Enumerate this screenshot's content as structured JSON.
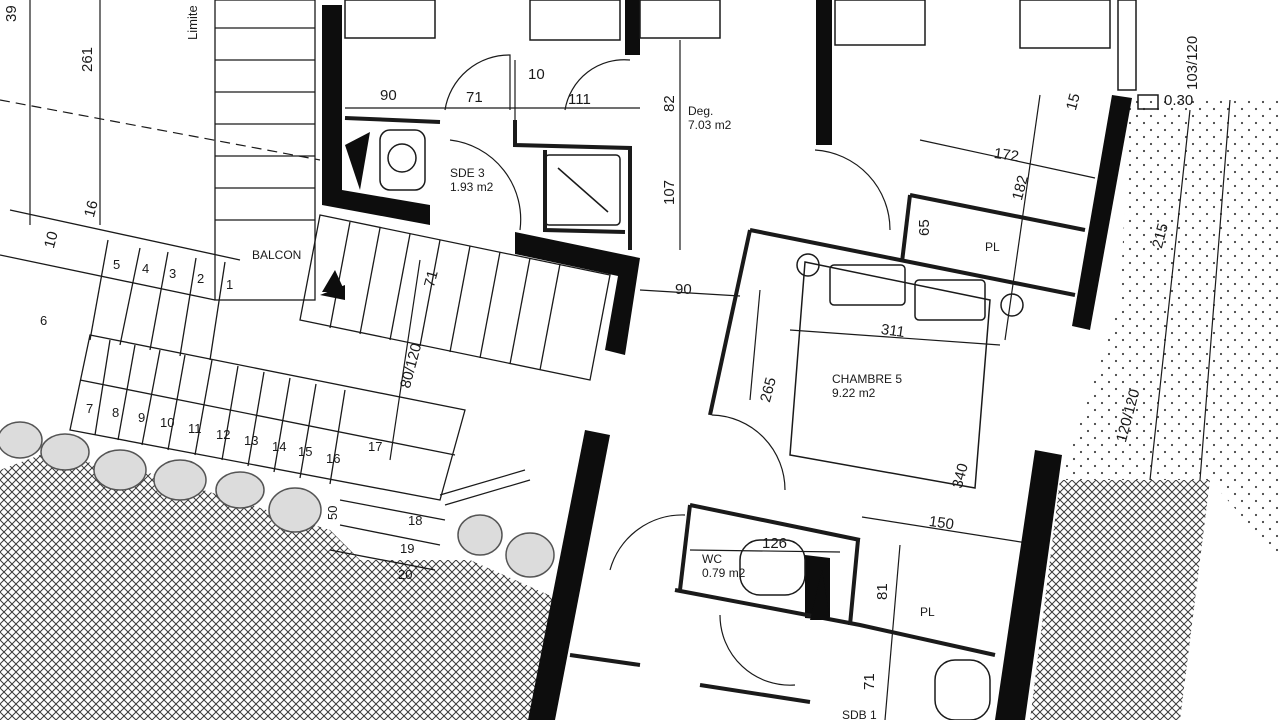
{
  "colors": {
    "line": "#1a1a1a",
    "wall": "#0d0d0d",
    "paper": "#ffffff",
    "hatch": "#3a3a3a",
    "stone": "#8a8a8a"
  },
  "rooms": {
    "chambre": {
      "name": "CHAMBRE 5",
      "area": "9.22 m2"
    },
    "sde": {
      "name": "SDE 3",
      "area": "1.93 m2"
    },
    "deg": {
      "name": "Deg.",
      "area": "7.03 m2"
    },
    "wc": {
      "name": "WC",
      "area": "0.79 m2"
    },
    "sdb": {
      "name": "SDB 1"
    },
    "balcon": {
      "name": "BALCON"
    },
    "pl_top": "PL",
    "pl_bottom": "PL",
    "limite": "Limite"
  },
  "dims": {
    "d39": "39",
    "d261": "261",
    "d16": "16",
    "d10": "10",
    "d90a": "90",
    "d71a": "71",
    "d10b": "10",
    "d111": "111",
    "d82": "82",
    "d107": "107",
    "d90b": "90",
    "d71b": "71",
    "d80120": "80/120",
    "d15": "15",
    "d172": "172",
    "d182": "182",
    "d65": "65",
    "d311": "311",
    "d265": "265",
    "d340": "340",
    "d150": "150",
    "d126": "126",
    "d81": "81",
    "d71c": "71",
    "d215": "215",
    "d103120": "103/120",
    "d030": "0.30",
    "d120120": "120/120",
    "d50": "50"
  },
  "stair_upper": [
    "5",
    "4",
    "3",
    "2",
    "1"
  ],
  "stair_lower": [
    "7",
    "8",
    "9",
    "10",
    "11",
    "12",
    "13",
    "14",
    "15",
    "16",
    "17"
  ],
  "stair_extra": {
    "s6": "6",
    "s18": "18",
    "s19": "19",
    "s20": "20"
  }
}
